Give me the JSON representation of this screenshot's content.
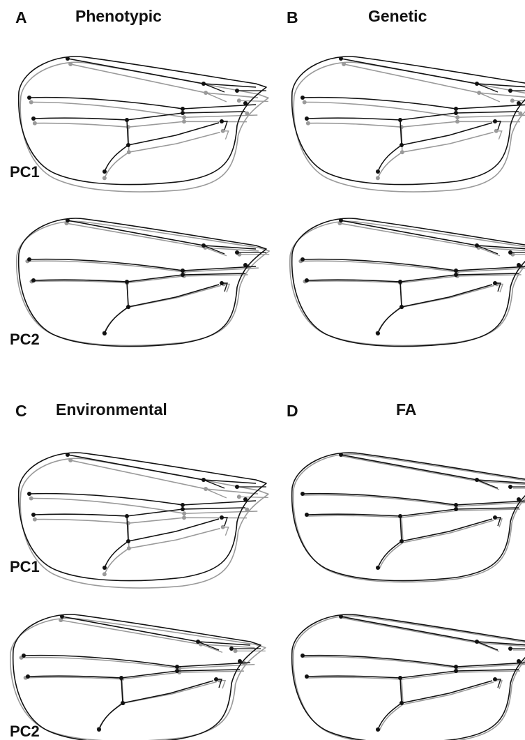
{
  "panels": [
    {
      "letter": "A",
      "title": "Phenotypic",
      "rows": [
        {
          "pc": "PC1"
        },
        {
          "pc": "PC2"
        }
      ]
    },
    {
      "letter": "B",
      "title": "Genetic",
      "rows": [
        {
          "pc": ""
        },
        {
          "pc": ""
        }
      ]
    },
    {
      "letter": "C",
      "title": "Environmental",
      "rows": [
        {
          "pc": "PC1"
        },
        {
          "pc": "PC2"
        }
      ]
    },
    {
      "letter": "D",
      "title": "FA",
      "rows": [
        {
          "pc": ""
        },
        {
          "pc": ""
        }
      ]
    }
  ],
  "colors": {
    "consensus_wing": "#111111",
    "deformed_wing": "#9a9a9a",
    "text": "#111111"
  }
}
